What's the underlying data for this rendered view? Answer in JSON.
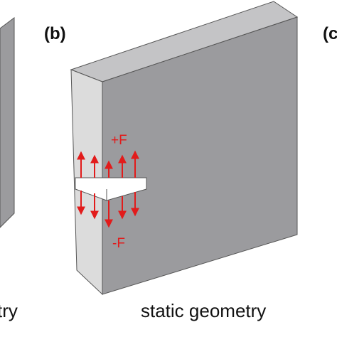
{
  "panels": {
    "left_panel": {
      "caption_fragment": "try"
    },
    "middle_panel": {
      "label": "(b)",
      "caption": "static geometry",
      "force_top": "+F",
      "force_bottom": "-F"
    },
    "right_panel": {
      "label_fragment": "(c"
    }
  },
  "colors": {
    "front_face": "#9b9b9e",
    "side_face": "#dcdcdc",
    "top_face": "#c4c4c6",
    "edge": "#555555",
    "force": "#e21b1b"
  }
}
